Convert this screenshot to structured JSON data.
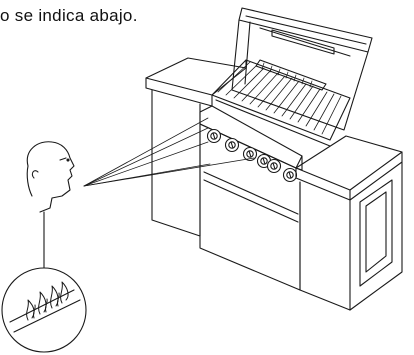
{
  "caption": "o se indica abajo.",
  "illustration": {
    "subject": "outdoor gas grill island with open lid",
    "knob_count": 6,
    "icons": [
      "observer-face-icon",
      "flame-detail-icon"
    ],
    "line_color": "#1a1a1a"
  }
}
